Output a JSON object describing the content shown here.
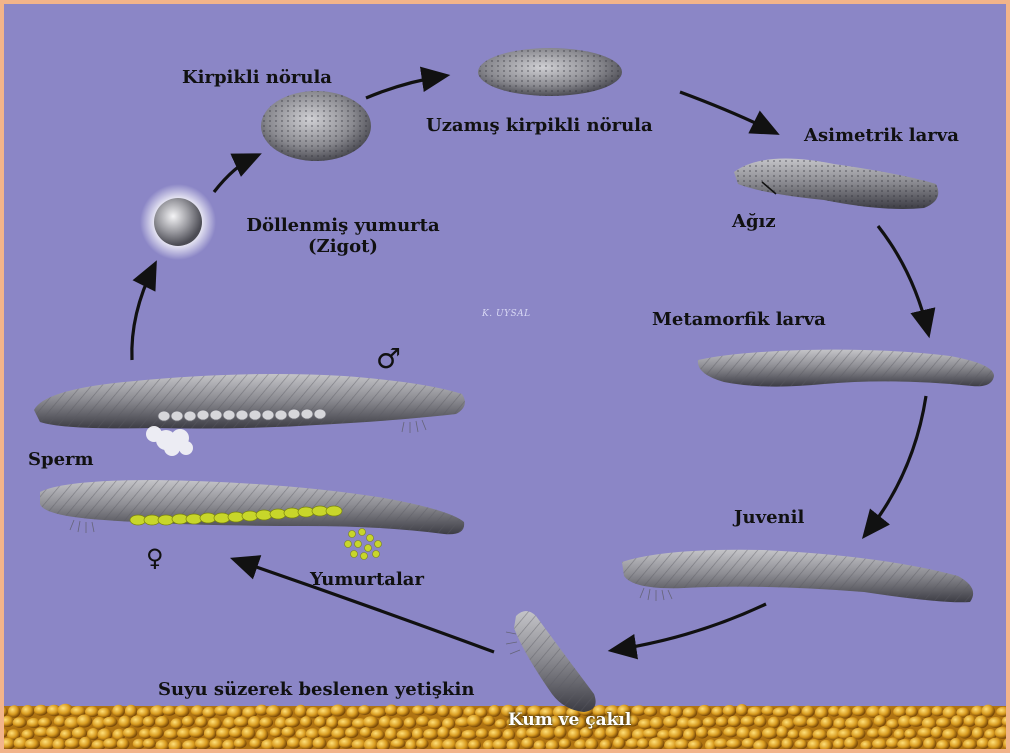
{
  "diagram": {
    "stages": {
      "zygote": {
        "label": "Döllenmiş yumurta",
        "sub": "(Zigot)"
      },
      "ciliated_neurula": {
        "label": "Kirpikli nörula"
      },
      "elongated_neurula": {
        "label": "Uzamış kirpikli nörula"
      },
      "asymmetric_larva": {
        "label": "Asimetrik larva",
        "mouth": "Ağız"
      },
      "metamorphic_larva": {
        "label": "Metamorfik larva"
      },
      "juvenile": {
        "label": "Juvenil"
      },
      "adult": {
        "label": "Suyu süzerek beslenen yetişkin"
      }
    },
    "male": {
      "symbol": "♂",
      "gamete": "Sperm"
    },
    "female": {
      "symbol": "♀",
      "gamete": "Yumurtalar"
    },
    "substrate": "Kum ve çakıl",
    "watermark": "K. UYSAL",
    "colors": {
      "background": "#8b86c6",
      "border": "#f2b48a",
      "body": "#8e8e94",
      "eggs": "#c8d62a",
      "sand": "#d89a1e"
    }
  }
}
